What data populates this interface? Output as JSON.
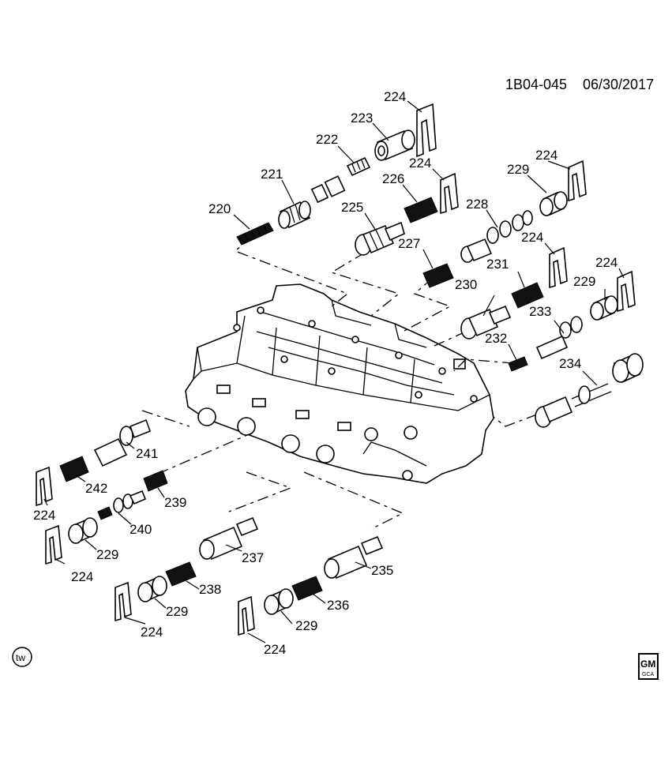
{
  "header": {
    "doc_id": "1B04-045",
    "date": "06/30/2017"
  },
  "logos": {
    "tw": "tw",
    "gm_top": "GM",
    "gm_bottom": "GCA"
  },
  "callouts": {
    "c220": "220",
    "c221": "221",
    "c222": "222",
    "c223": "223",
    "c224a": "224",
    "c224b": "224",
    "c224c": "224",
    "c224d": "224",
    "c224e": "224",
    "c224f": "224",
    "c224g": "224",
    "c224h": "224",
    "c224i": "224",
    "c225": "225",
    "c226": "226",
    "c227": "227",
    "c228": "228",
    "c229a": "229",
    "c229b": "229",
    "c229c": "229",
    "c229d": "229",
    "c229e": "229",
    "c230": "230",
    "c231": "231",
    "c232": "232",
    "c233": "233",
    "c234": "234",
    "c235": "235",
    "c236": "236",
    "c237": "237",
    "c238": "238",
    "c239": "239",
    "c240": "240",
    "c241": "241",
    "c242": "242"
  }
}
